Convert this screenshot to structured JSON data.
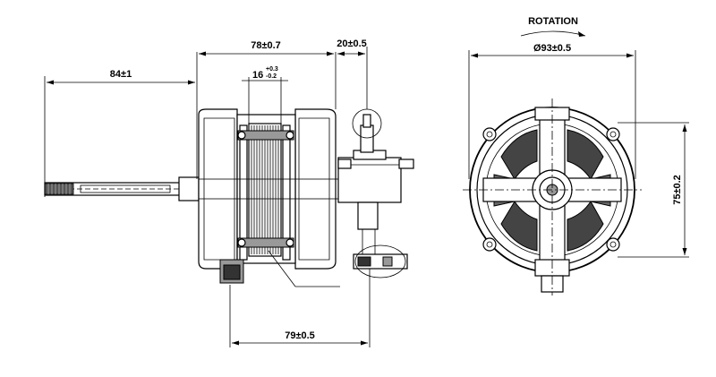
{
  "labels": {
    "overall_length": "78±0.7",
    "shaft_extension": "84±1",
    "flange_offset": "20±0.5",
    "stack_width_main": "16",
    "stack_width_tol_upper": "+0.3",
    "stack_width_tol_lower": "-0.2",
    "base_length": "79±0.5",
    "rotation": "ROTATION",
    "diameter": "Ø93±0.5",
    "mount_height": "75±0.2"
  }
}
